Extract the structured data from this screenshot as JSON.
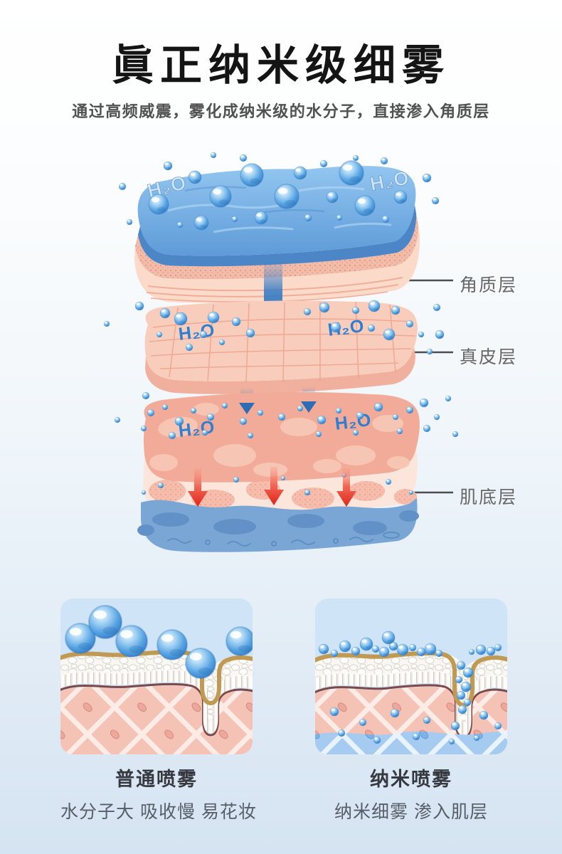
{
  "header": {
    "title": "眞正纳米级细雾",
    "subtitle": "通过高频威震，雾化成纳米级的水分子，直接渗入角质层"
  },
  "diagram": {
    "h2o": "H₂O",
    "labels": [
      {
        "text": "角质层"
      },
      {
        "text": "真皮层"
      },
      {
        "text": "肌底层"
      }
    ]
  },
  "comparison": {
    "panels": [
      {
        "title": "普通喷雾",
        "desc": "水分子大 吸收慢 易花妆"
      },
      {
        "title": "纳米喷雾",
        "desc": "纳米细雾 渗入肌层"
      }
    ]
  },
  "colors": {
    "accent_blue": "#2e7fd0",
    "water_blue": "#74adde",
    "skin_pink": "#f5c3b6",
    "pale_pink": "#fbdac9",
    "gold_line": "#c09a52",
    "red_arrow": "#e63226",
    "label_gray": "#676767",
    "panel_bg": "#cfe4f7",
    "bg_bottom": "#d5e4f2"
  }
}
